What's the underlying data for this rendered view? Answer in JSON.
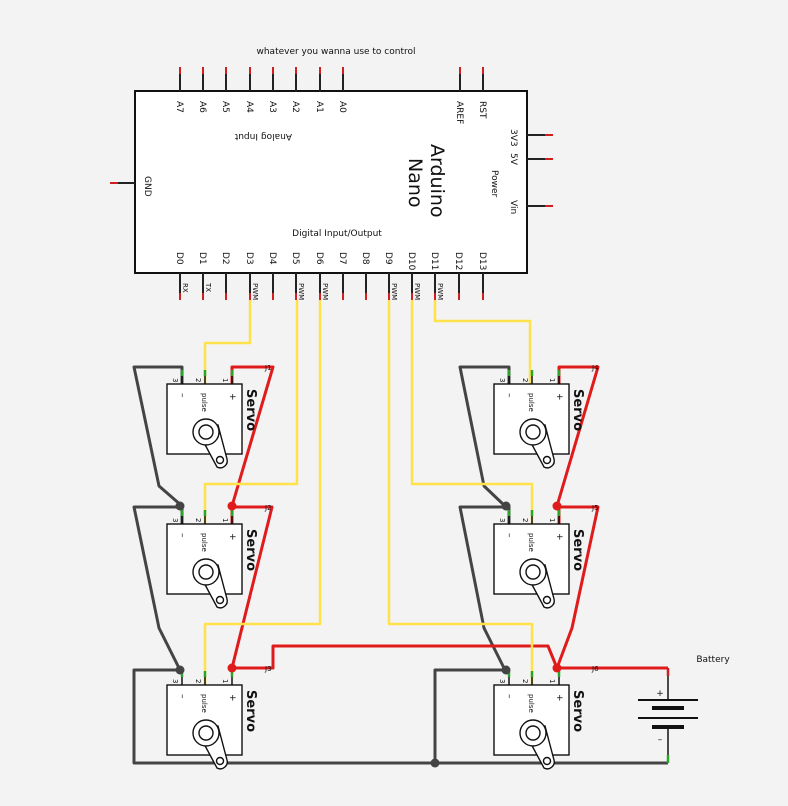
{
  "caption": "whatever you wanna use to control",
  "arduino": {
    "name_line1": "Arduino",
    "name_line2": "Nano",
    "analog_title": "Analog Input",
    "digital_title": "Digital Input/Output",
    "power_title": "Power",
    "gnd": "GND",
    "analog_pins": [
      "A7",
      "A6",
      "A5",
      "A4",
      "A3",
      "A2",
      "A1",
      "A0"
    ],
    "top_right_pins": [
      "AREF",
      "RST"
    ],
    "power_pins": [
      "3V3",
      "5V",
      "Vin"
    ],
    "digital_pins": [
      "D0",
      "D1",
      "D2",
      "D3",
      "D4",
      "D5",
      "D6",
      "D7",
      "D8",
      "D9",
      "D10",
      "D11",
      "D12",
      "D13"
    ],
    "pin_notes": {
      "D0": "RX",
      "D1": "TX",
      "D3": "PWM",
      "D5": "PWM",
      "D6": "PWM",
      "D9": "PWM",
      "D10": "PWM",
      "D11": "PWM"
    }
  },
  "servo": {
    "label": "Servo",
    "pulse": "pulse",
    "minus": "–",
    "plus": "+",
    "pin_numbers": [
      "3",
      "2",
      "1"
    ]
  },
  "servos": [
    {
      "ref": "J1"
    },
    {
      "ref": "J2"
    },
    {
      "ref": "J3"
    },
    {
      "ref": "J4"
    },
    {
      "ref": "J5"
    },
    {
      "ref": "J6"
    }
  ],
  "battery": {
    "label": "Battery",
    "plus": "+",
    "minus": "–"
  },
  "colors": {
    "gnd_wire": "#444444",
    "power_wire": "#e01b1b",
    "signal_wire": "#ffe24a",
    "pin_tip_red": "#d21e1e",
    "pin_tip_green": "#2aa52a"
  }
}
